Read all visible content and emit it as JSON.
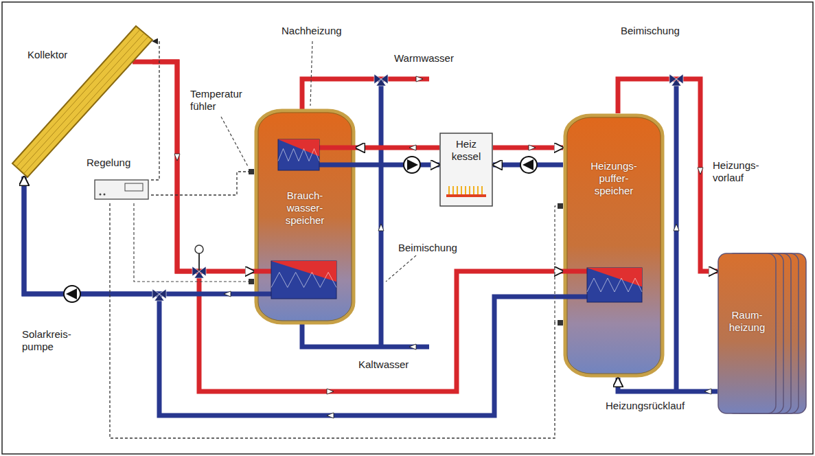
{
  "diagram": {
    "nodes": [
      {
        "text": [
          "Kollektor"
        ]
      },
      {
        "text": [
          "Regelung"
        ]
      },
      {
        "text": [
          "Brauch- wasser- speicher"
        ]
      },
      {
        "text": [
          "Heiz kessel"
        ]
      },
      {
        "text": [
          "Heizungs- puffer- speicher"
        ]
      },
      {
        "text": [
          "Raum- heizung"
        ]
      }
    ],
    "edges": [
      {
        "from": 0,
        "to": 2,
        "arrow": "to"
      },
      {
        "from": 0,
        "to": 4,
        "arrow": "to"
      },
      {
        "from": 2,
        "to": 0,
        "arrow": "to"
      },
      {
        "from": 4,
        "to": 0,
        "arrow": "to"
      },
      {
        "from": 1,
        "to": 0,
        "arrow": "to"
      },
      {
        "from": 1,
        "to": 2,
        "arrow": "none"
      },
      {
        "from": 1,
        "to": 4,
        "arrow": "none"
      },
      {
        "from": 3,
        "to": 2,
        "arrow": "to"
      },
      {
        "from": 2,
        "to": 3,
        "arrow": "to"
      },
      {
        "from": 3,
        "to": 4,
        "arrow": "to"
      },
      {
        "from": 4,
        "to": 3,
        "arrow": "to"
      },
      {
        "from": 4,
        "to": 5,
        "arrow": "to"
      },
      {
        "from": 5,
        "to": 4,
        "arrow": "to"
      }
    ],
    "labels": [
      "Temperatur fühler",
      "Nachheizung",
      "Warmwasser",
      "Beimischung",
      "Heizungs- vorlauf",
      "Beimischung",
      "Solarkreis- pumpe",
      "Kaltwasser",
      "Heizungsrücklauf"
    ]
  }
}
